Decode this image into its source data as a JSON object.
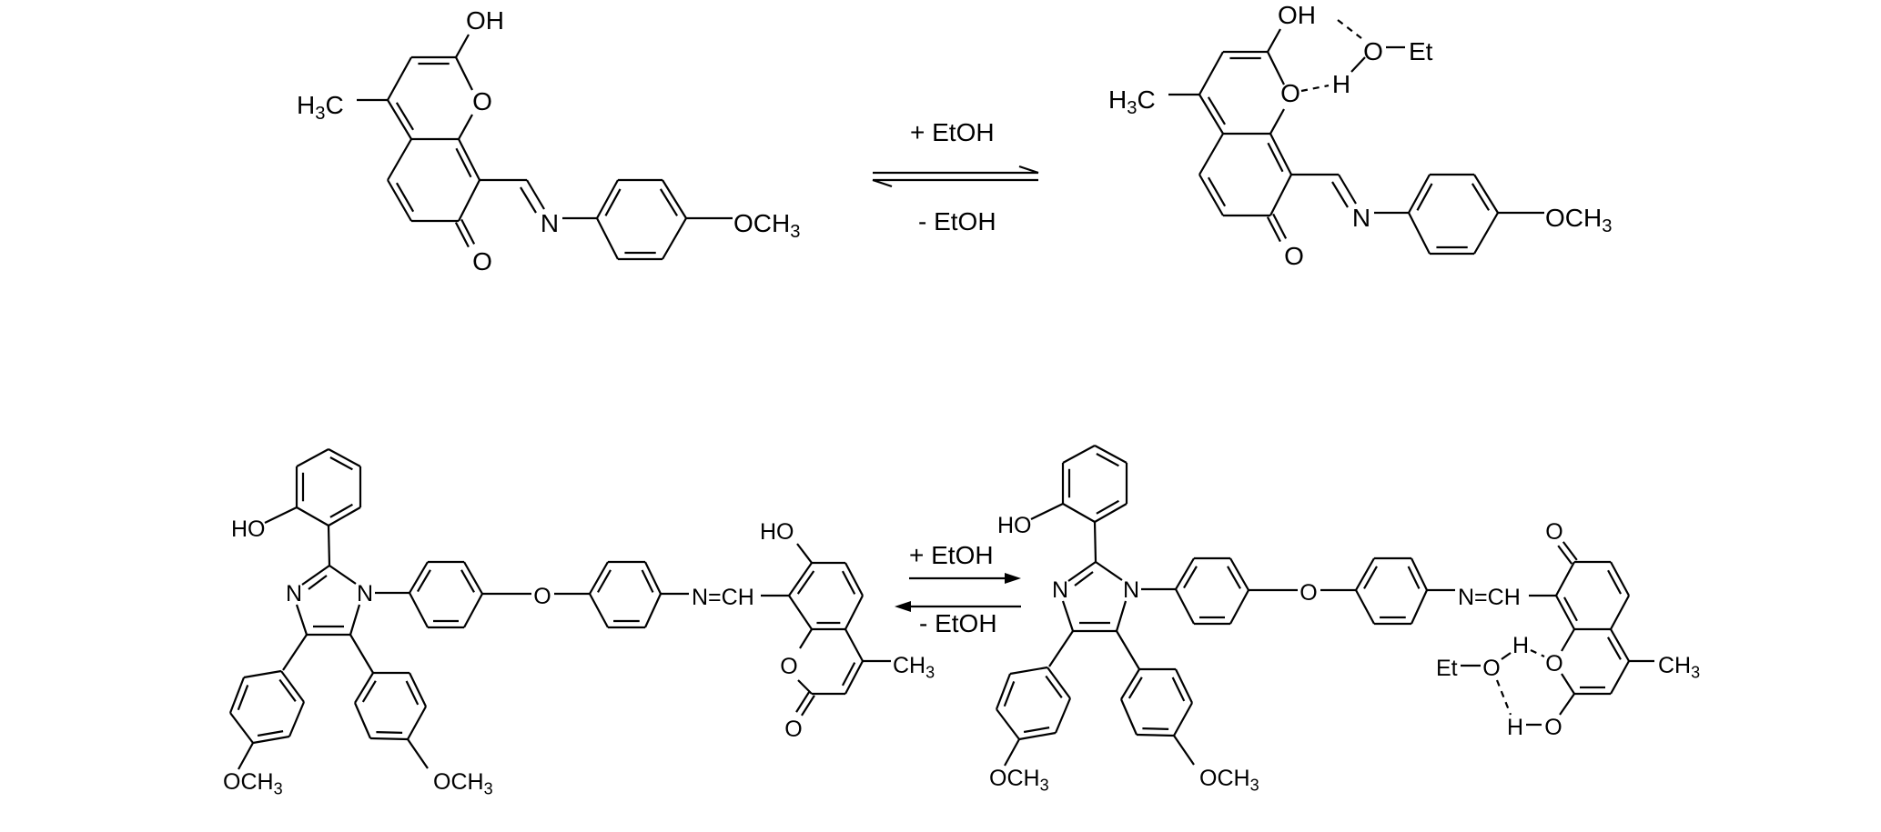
{
  "top_equilibrium": {
    "reactant": {
      "hydroxyl": "OH",
      "ring_oxygen": "O",
      "methyl": "H3C",
      "carbonyl": "O",
      "imine_nitrogen": "N",
      "methoxy": "OCH3"
    },
    "conditions": {
      "forward": "+ EtOH",
      "reverse": "- EtOH"
    },
    "product": {
      "hydroxyl": "OH",
      "ring_oxygen": "O",
      "methyl": "H3C",
      "carbonyl": "O",
      "imine_nitrogen": "N",
      "methoxy": "OCH3",
      "ethanol_oxygen": "O",
      "ethyl": "Et",
      "bridging_hydrogen": "H"
    }
  },
  "bottom_equilibrium": {
    "reactant": {
      "phenol_hydroxyl": "HO",
      "imidazole_n3": "N",
      "imidazole_n1": "N",
      "ether_oxygen": "O",
      "methoxy_left": "OCH3",
      "methoxy_right": "OCH3",
      "imine": "N=CH",
      "coumarin_hydroxyl": "HO",
      "ring_oxygen": "O",
      "carbonyl": "O",
      "methyl": "CH3"
    },
    "conditions": {
      "forward": "+ EtOH",
      "reverse": "- EtOH"
    },
    "product": {
      "phenol_hydroxyl": "HO",
      "imidazole_n3": "N",
      "imidazole_n1": "N",
      "ether_oxygen": "O",
      "methoxy_left": "OCH3",
      "methoxy_right": "OCH3",
      "imine": "N=CH",
      "carbonyl": "O",
      "ring_oxygen": "O",
      "methyl": "CH3",
      "enol_oxygen": "O",
      "enol_hydrogen": "H",
      "ethyl": "Et",
      "ethanol_oxygen": "O",
      "ethanol_hydrogen": "H"
    }
  }
}
